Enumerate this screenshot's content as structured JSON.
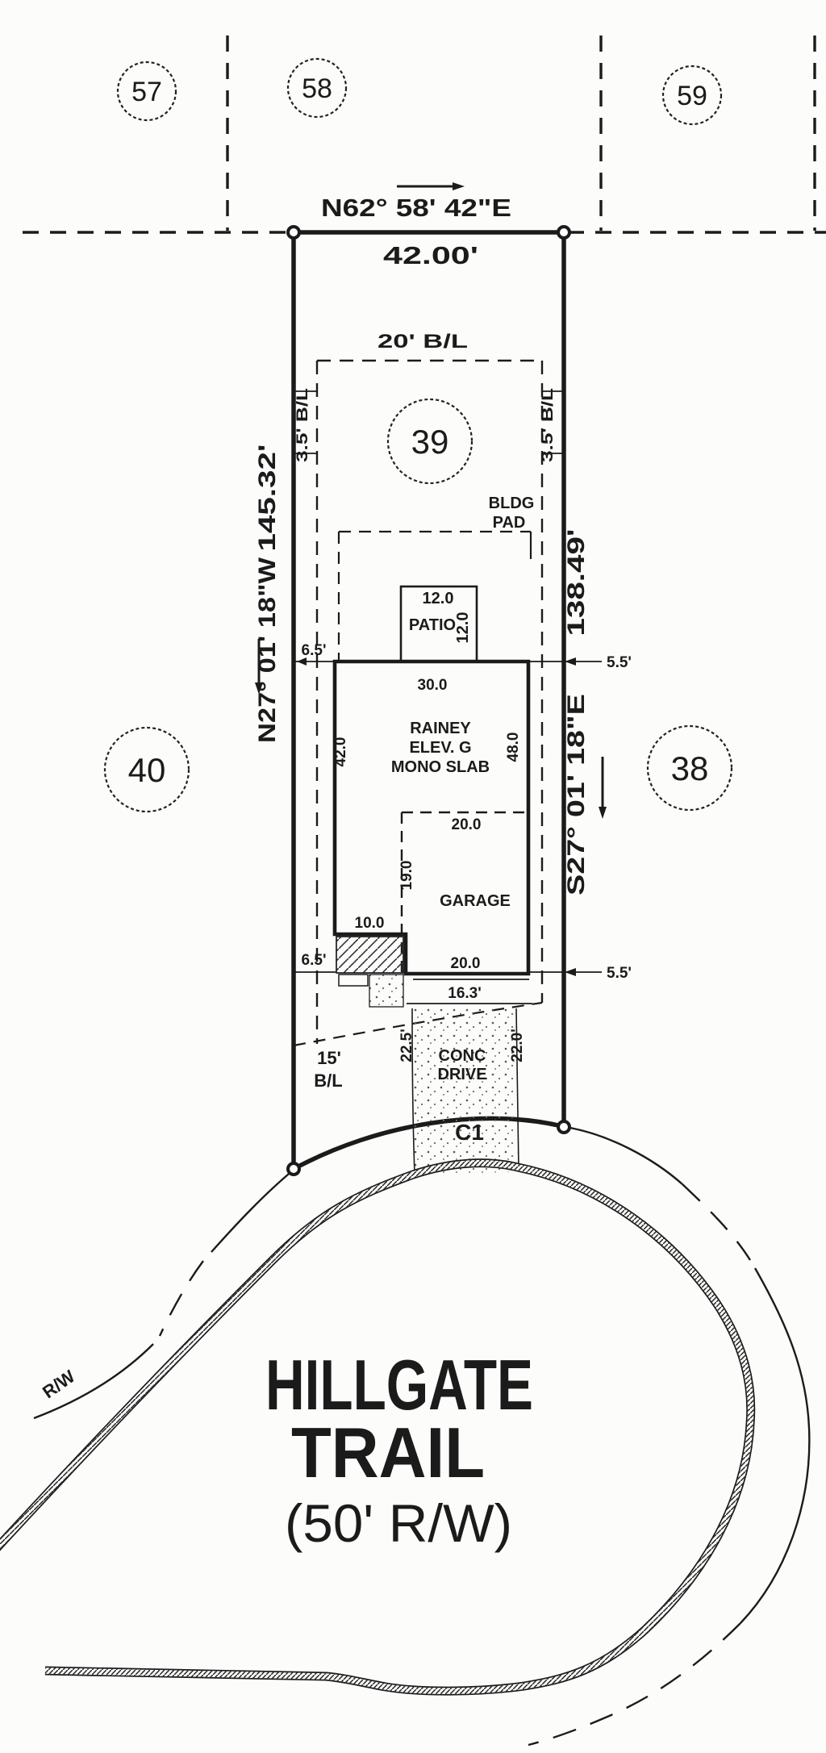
{
  "drawing_type": "residential plot plan",
  "lots": {
    "rear_left": "57",
    "rear_center": "58",
    "rear_right": "59",
    "west": "40",
    "subject": "39",
    "east": "38"
  },
  "boundary": {
    "rear_bearing": "N62° 58' 42\"E",
    "rear_distance": "42.00'",
    "west_distance": "145.32'",
    "west_bearing": "N27° 01' 18\"W",
    "east_distance": "138.49'",
    "east_bearing": "S27° 01' 18\"E",
    "front_curve_label": "C1"
  },
  "building_lines": {
    "rear_setback": "20' B/L",
    "side_setback_west": "3.5' B/L",
    "side_setback_east": "3.5' B/L",
    "front_setback_line1": "15'",
    "front_setback_line2": "B/L"
  },
  "pad": {
    "line1": "BLDG",
    "line2": "PAD"
  },
  "patio": {
    "label": "PATIO",
    "width": "12.0",
    "depth": "12.0"
  },
  "house": {
    "name_line1": "RAINEY",
    "name_line2": "ELEV. G",
    "name_line3": "MONO SLAB",
    "rear_width": "30.0",
    "west_depth": "42.0",
    "east_depth": "48.0"
  },
  "garage": {
    "label": "GARAGE",
    "width": "20.0",
    "depth": "19.0",
    "front_width": "20.0",
    "apron_width": "16.3'"
  },
  "porch": {
    "width": "10.0"
  },
  "offsets": {
    "west_upper": "6.5'",
    "west_lower": "6.5'",
    "east_upper": "5.5'",
    "east_lower": "5.5'"
  },
  "driveway": {
    "label_line1": "CONC",
    "label_line2": "DRIVE",
    "west_length": "22.5'",
    "east_length": "22.0'"
  },
  "street": {
    "name_line1": "HILLGATE",
    "name_line2": "TRAIL",
    "right_of_way": "(50' R/W)",
    "rw_label": "R/W"
  },
  "colors": {
    "ink": "#1b1b1b",
    "paper": "#fcfcfb"
  }
}
